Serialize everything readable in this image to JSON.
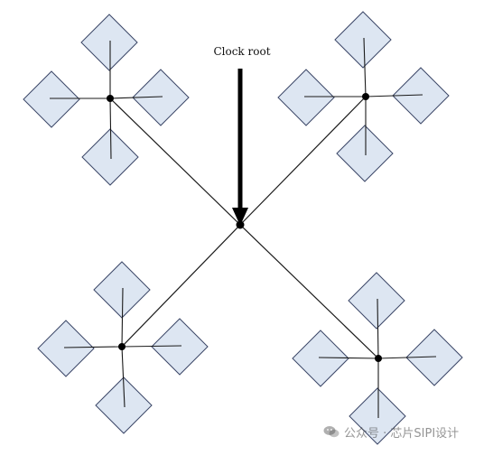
{
  "diagram": {
    "label": "Clock root",
    "colors": {
      "line": "#1a1a1a",
      "diamond_fill": "#dde6f2",
      "diamond_stroke": "#3a4566",
      "arrow": "#000000"
    },
    "shapes": {
      "arrow": "down-arrow-thick",
      "node": "filled-dot",
      "leaf": "diamond"
    }
  },
  "watermark": {
    "text": "公众号 · 芯片SIPI设计",
    "icon": "wechat-icon"
  }
}
